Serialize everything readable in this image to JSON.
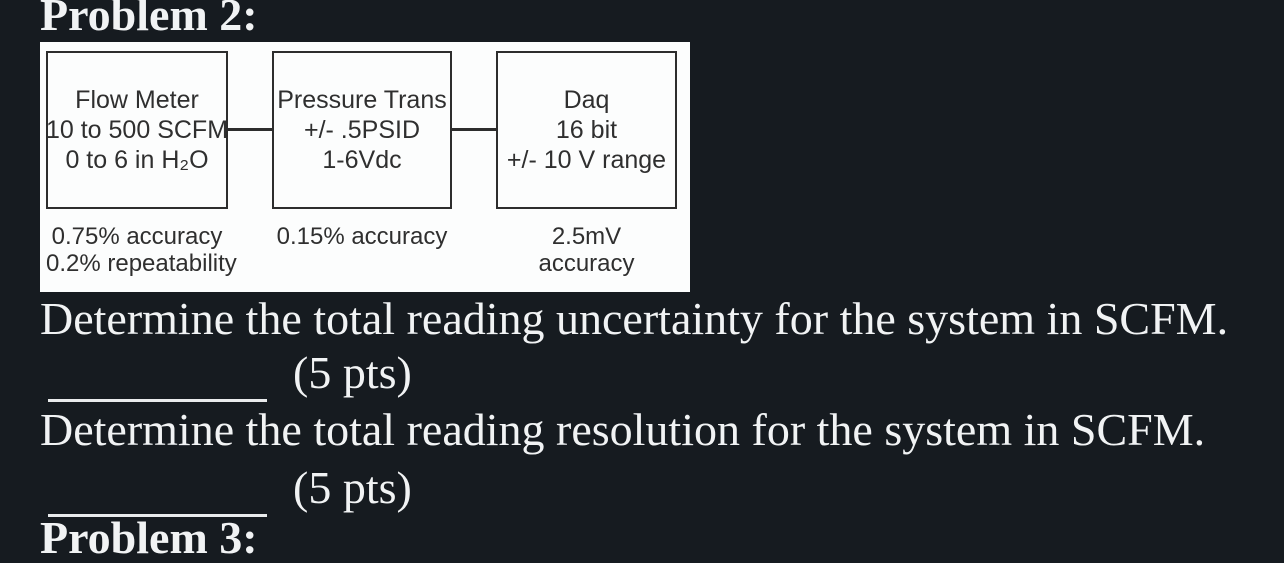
{
  "page": {
    "heading": "Problem 2:",
    "next_heading_partial": "Problem 3:"
  },
  "diagram": {
    "boxes": [
      {
        "title": "Flow Meter",
        "lines": [
          "Flow Meter",
          "10 to 500 SCFM",
          "0 to 6 in H₂O"
        ],
        "notes": [
          "0.75% accuracy",
          "0.2% repeatability"
        ]
      },
      {
        "title": "Pressure Trans",
        "lines": [
          "Pressure Trans",
          "+/- .5PSID",
          "1-6Vdc"
        ],
        "notes": [
          "0.15% accuracy"
        ]
      },
      {
        "title": "Daq",
        "lines": [
          "Daq",
          "16 bit",
          "+/- 10 V range"
        ],
        "notes": [
          "2.5mV",
          "accuracy"
        ]
      }
    ]
  },
  "questions": [
    {
      "prompt": "Determine the total reading uncertainty for the system in SCFM.",
      "points": "(5 pts)"
    },
    {
      "prompt": "Determine the total reading resolution for the system in SCFM.",
      "points": "(5 pts)"
    }
  ],
  "colors": {
    "background": "#161b20",
    "text": "#f1f3f4",
    "panel": "#fcfdfd",
    "box_border": "#2d2d2d",
    "box_text": "#2f2f2f"
  }
}
